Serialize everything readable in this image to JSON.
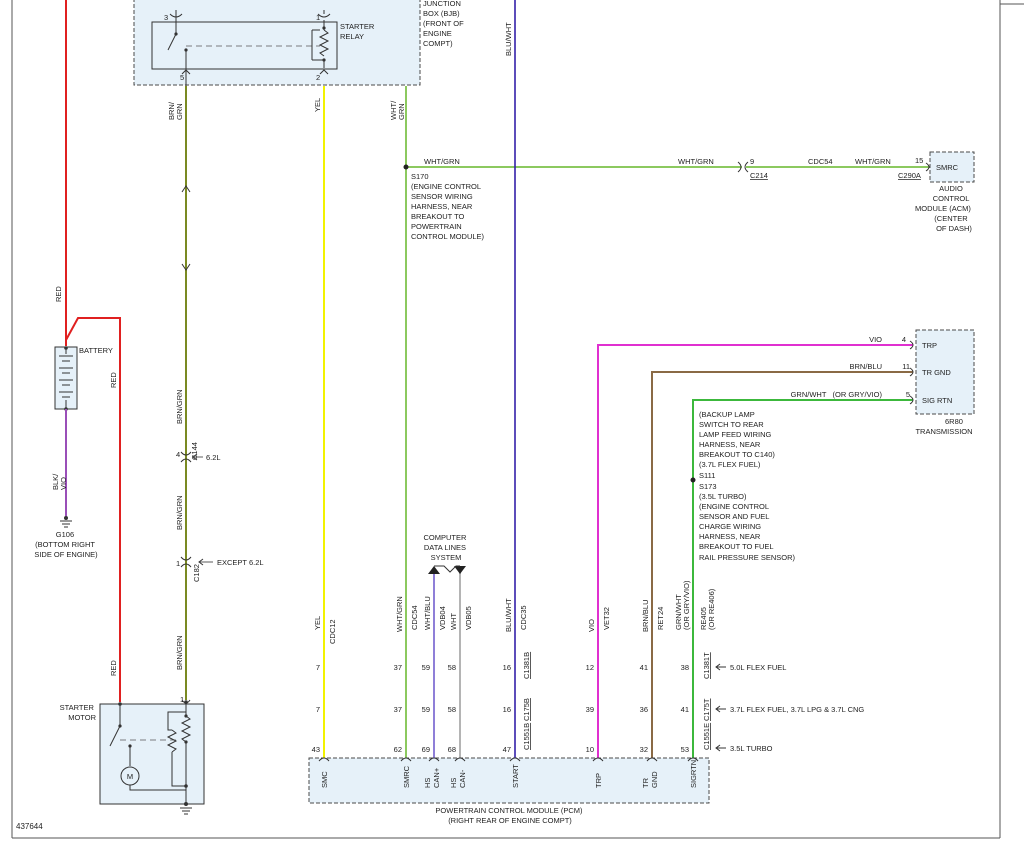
{
  "diagram_id": "437644",
  "bjb": {
    "title": [
      "JUNCTION",
      "BOX (BJB)",
      "(FRONT OF",
      "ENGINE",
      "COMPT)"
    ],
    "relay_label": [
      "STARTER",
      "RELAY"
    ],
    "pins": {
      "p3": "3",
      "p5": "5",
      "p1": "1",
      "p2": "2"
    }
  },
  "battery": {
    "label": "BATTERY"
  },
  "ground": {
    "label": [
      "G106",
      "(BOTTOM RIGHT",
      "SIDE OF ENGINE)"
    ]
  },
  "starter": {
    "label": [
      "STARTER",
      "MOTOR"
    ],
    "pin": "1",
    "motor_symbol": "M"
  },
  "pcm": {
    "title": [
      "POWERTRAIN CONTROL MODULE (PCM)",
      "(RIGHT REAR OF ENGINE COMPT)"
    ],
    "pins": [
      "SMC",
      "SMRC",
      "HS CAN+",
      "HS CAN-",
      "START",
      "TRP",
      "TR GND",
      "SIGRTN"
    ],
    "pin_numbers": [
      "43",
      "62",
      "69",
      "68",
      "47",
      "10",
      "32",
      "53"
    ]
  },
  "acm": {
    "pin_label": "SMRC",
    "pin_num": "15",
    "connector": "C290A",
    "title": [
      "AUDIO",
      "CONTROL",
      "MODULE (ACM)",
      "(CENTER",
      "OF DASH)"
    ]
  },
  "transmission": {
    "pins": [
      {
        "num": "4",
        "label": "TRP",
        "wire": "VIO"
      },
      {
        "num": "11",
        "label": "TR GND",
        "wire": "BRN/BLU"
      },
      {
        "num": "5",
        "label": "SIG RTN",
        "wire": "GRN/WHT   (OR GRY/VIO)"
      }
    ],
    "title": [
      "6R80",
      "TRANSMISSION"
    ]
  },
  "wires": {
    "red": "RED",
    "blk_vio": [
      "BLK/",
      "VIO"
    ],
    "brn_grn": "BRN/GRN",
    "brn_grn_split": [
      "BRN/",
      "GRN"
    ],
    "yel": "YEL",
    "wht_grn": "WHT/GRN",
    "wht_grn_split": [
      "WHT/",
      "GRN"
    ],
    "blu_wht": "BLU/WHT",
    "vio": "VIO",
    "brn_blu": "BRN/BLU",
    "grn_wht": [
      "GRN/WHT",
      "(OR GRY/VIO)"
    ],
    "wht_blu": "WHT/BLU",
    "wht": "WHT"
  },
  "circuits": {
    "cdc12": "CDC12",
    "cdc54": "CDC54",
    "vdb04": "VDB04",
    "vdb05": "VDB05",
    "cdc35": "CDC35",
    "vet32": "VET32",
    "ret24": "RET24",
    "re405": [
      "RE405",
      "(OR RE406)"
    ]
  },
  "c144": {
    "name": "C144",
    "pin": "4",
    "note": "6.2L"
  },
  "c182": {
    "name": "C182",
    "pin": "1",
    "note": "EXCEPT 6.2L"
  },
  "s170": {
    "label": [
      "S170",
      "(ENGINE CONTROL",
      "SENSOR WIRING",
      "HARNESS, NEAR",
      "BREAKOUT TO",
      "POWERTRAIN",
      "CONTROL MODULE)"
    ]
  },
  "c214": {
    "name": "C214",
    "pin": "9"
  },
  "s111": {
    "label": [
      "(BACKUP LAMP",
      "SWITCH TO REAR",
      "LAMP FEED WIRING",
      "HARNESS, NEAR",
      "BREAKOUT TO C140)",
      "(3.7L FLEX FUEL)",
      "S111",
      "S173",
      "(3.5L TURBO)",
      "(ENGINE CONTROL",
      "SENSOR AND FUEL",
      "CHARGE WIRING",
      "HARNESS, NEAR",
      "BREAKOUT TO FUEL",
      "RAIL PRESSURE SENSOR)"
    ]
  },
  "cdl": {
    "label": [
      "COMPUTER",
      "DATA LINES",
      "SYSTEM"
    ]
  },
  "connectors": [
    {
      "name": "C1381B",
      "note": "",
      "pins": [
        "7",
        "37",
        "59",
        "58",
        "16",
        "12",
        "41",
        "38"
      ],
      "right_name": "C1381T",
      "right_note": "5.0L FLEX FUEL"
    },
    {
      "name": "C175B",
      "note": "",
      "pins": [
        "7",
        "37",
        "59",
        "58",
        "16",
        "39",
        "36",
        "41"
      ],
      "right_name": "C175T",
      "right_note": "3.7L FLEX FUEL, 3.7L LPG & 3.7L CNG"
    },
    {
      "name": "C1551B",
      "note": "",
      "right_name": "C1551E",
      "right_note": "3.5L TURBO"
    }
  ],
  "colors": {
    "red": "#e02020",
    "olive": "#7a8a22",
    "yellow": "#f2f200",
    "green": "#8cc95f",
    "blue": "#3320a8",
    "magenta": "#e030d0",
    "brown": "#8a6a45",
    "green2": "#3cb83c",
    "lavender": "#8f7fd8",
    "gray": "#b4b4b4",
    "purple": "#9a4fb8",
    "box": "#e6f1f9"
  }
}
